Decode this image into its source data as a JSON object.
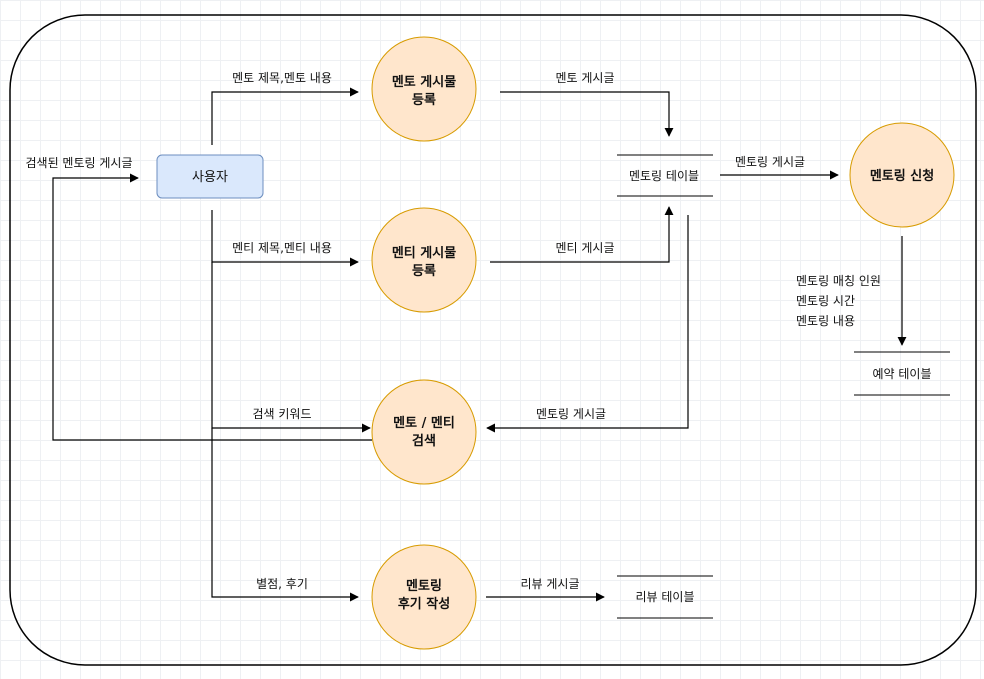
{
  "colors": {
    "process_fill": "#ffe6cc",
    "process_stroke": "#d79b00",
    "actor_fill": "#dae8fc",
    "actor_stroke": "#6c8ebf",
    "line": "#000000",
    "background": "#ffffff"
  },
  "nodes": {
    "user": "사용자",
    "mentor_post": {
      "line1": "멘토 게시물",
      "line2": "등록"
    },
    "mentee_post": {
      "line1": "멘티 게시물",
      "line2": "등록"
    },
    "search": {
      "line1": "멘토 / 멘티",
      "line2": "검색"
    },
    "review": {
      "line1": "멘토링",
      "line2": "후기 작성"
    },
    "apply": "멘토링 신청",
    "mentoring_table": "멘토링 테이블",
    "reservation_table": "예약 테이블",
    "review_table": "리뷰 테이블"
  },
  "edges": {
    "to_mentor_post": "멘토 제목,멘토 내용",
    "to_mentee_post": "멘티 제목,멘티 내용",
    "to_search": "검색 키워드",
    "to_review": "별점, 후기",
    "mentor_post_to_table": "멘토 게시글",
    "mentee_post_to_table": "멘티 게시글",
    "table_to_search": "멘토링 게시글",
    "table_to_apply": "멘토링 게시글",
    "search_to_user": "검색된 멘토링 게시글",
    "review_to_table": "리뷰 게시글",
    "apply_to_reservation": {
      "line1": "멘토링 매칭 인원",
      "line2": "멘토링 시간",
      "line3": "멘토링 내용"
    }
  }
}
